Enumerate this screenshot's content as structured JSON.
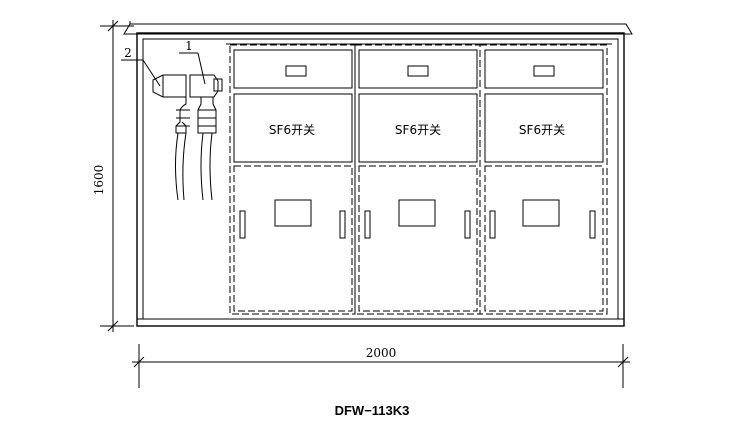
{
  "labels": {
    "part_1": "1",
    "part_2": "2",
    "panel_1": "SF6开关",
    "panel_2": "SF6开关",
    "panel_3": "SF6开关"
  },
  "dimensions": {
    "height": "1600",
    "width": "2000"
  },
  "caption": "DFW−113K3"
}
